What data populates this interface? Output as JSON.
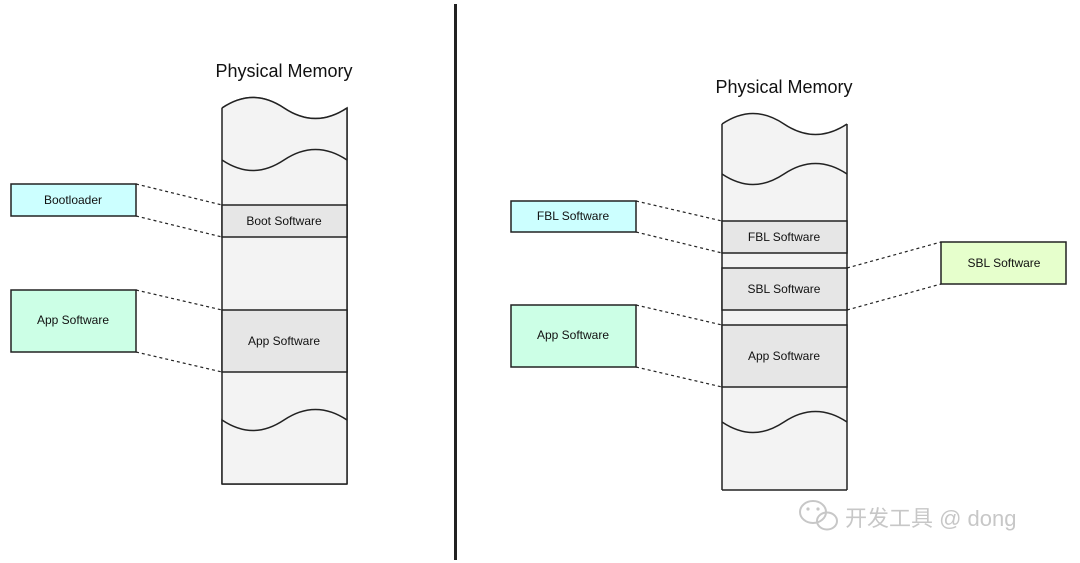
{
  "colors": {
    "memory_fill": "#f3f3f3",
    "segment_fill": "#e6e6e6",
    "bootloader_fill": "#ccffff",
    "fbl_fill": "#ccffff",
    "app_fill": "#ccffe6",
    "sbl_fill": "#e6ffcc",
    "stroke": "#222222",
    "watermark": "#b5b5b5"
  },
  "left": {
    "title": "Physical Memory",
    "segments": {
      "boot": "Boot Software",
      "app": "App Software"
    },
    "labels": {
      "bootloader": "Bootloader",
      "app": "App Software"
    }
  },
  "right": {
    "title": "Physical Memory",
    "segments": {
      "fbl": "FBL Software",
      "sbl": "SBL Software",
      "app": "App Software"
    },
    "labels": {
      "fbl": "FBL Software",
      "app": "App Software",
      "sbl": "SBL Software"
    }
  },
  "watermark": {
    "icon": "wechat-icon",
    "text": "开发工具 @ dong"
  }
}
